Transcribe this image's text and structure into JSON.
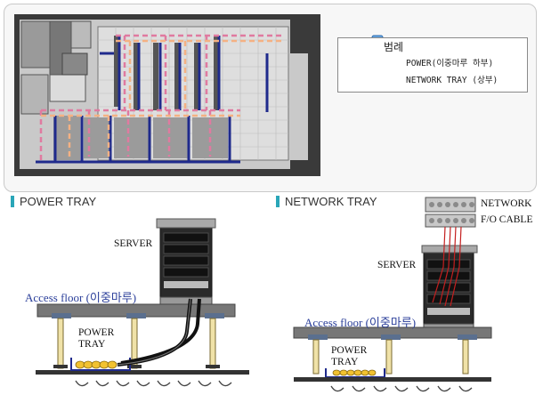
{
  "legend": {
    "title": "범례",
    "power_label": "POWER(이중마루 하부)",
    "network_label": "NETWORK TRAY (상부)",
    "colors": {
      "power": "#1f2a8c",
      "network": "#e07aa0",
      "network_alt": "#f4b183"
    }
  },
  "left_section": {
    "title": "POWER TRAY",
    "server_label": "SERVER",
    "access_floor_label": "Access floor (이중마루)",
    "tray_label_line1": "POWER",
    "tray_label_line2": "TRAY"
  },
  "right_section": {
    "title": "NETWORK TRAY",
    "network_label": "NETWORK",
    "cable_label": "F/O CABLE",
    "server_label": "SERVER",
    "access_floor_label": "Access floor (이중마루)",
    "tray_label_line1": "POWER",
    "tray_label_line2": "TRAY"
  }
}
